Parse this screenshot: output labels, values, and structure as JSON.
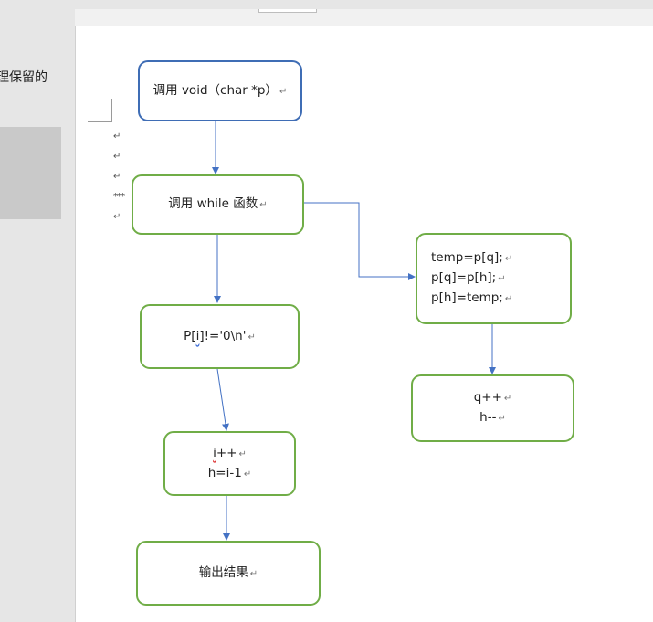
{
  "left_pane": {
    "fragment_text": "理保留的"
  },
  "para_marks": [
    "↵",
    "↵",
    "↵",
    "***",
    "↵"
  ],
  "return_mark": "↵",
  "flowchart": {
    "call_void": "调用 void（char *p）",
    "call_while": "调用 while 函数",
    "condition": {
      "prefix": "P[",
      "index": "i",
      "suffix": "]!='0\\n'"
    },
    "increment_i": {
      "line1_var": "i",
      "line1_op": "++",
      "line2": "h=i-1"
    },
    "output": "输出结果",
    "swap": {
      "line1": "temp=p[q];",
      "line2": "p[q]=p[h];",
      "line3": "p[h]=temp;"
    },
    "update_qh": {
      "line1": "q++",
      "line2": "h--"
    }
  },
  "colors": {
    "blue_border": "#3f6db5",
    "green_border": "#70ad47",
    "arrow": "#4472c4"
  }
}
